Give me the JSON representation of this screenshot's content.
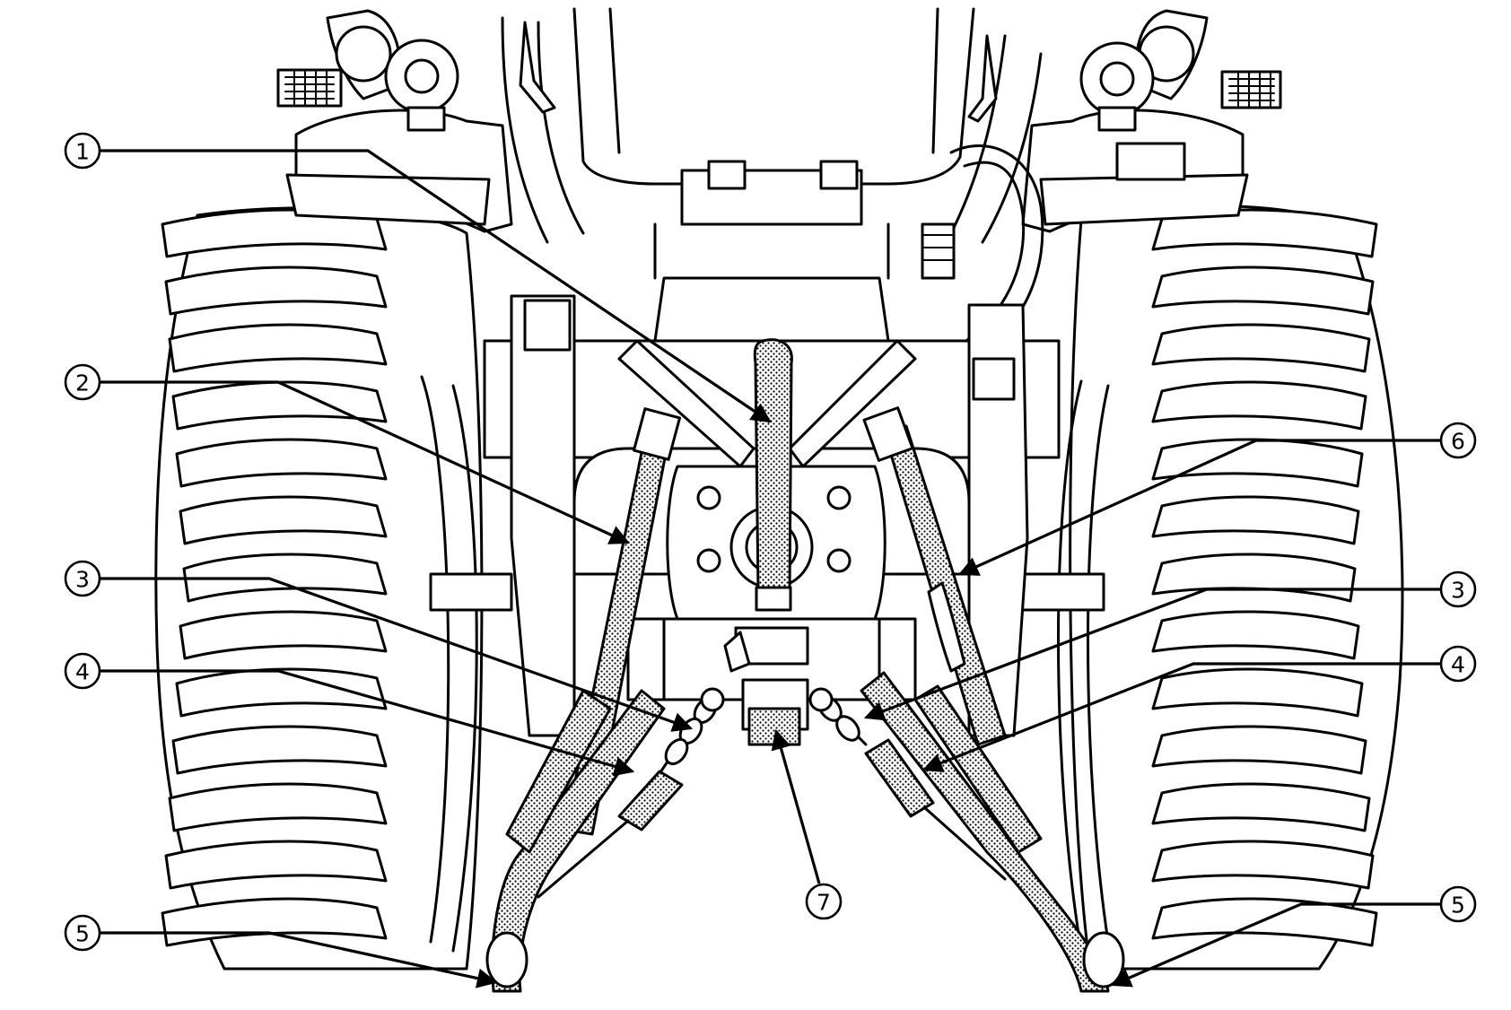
{
  "diagram": {
    "callouts": [
      {
        "id": "1",
        "label": "1",
        "side": "left"
      },
      {
        "id": "2",
        "label": "2",
        "side": "left"
      },
      {
        "id": "3L",
        "label": "3",
        "side": "left"
      },
      {
        "id": "4L",
        "label": "4",
        "side": "left"
      },
      {
        "id": "5L",
        "label": "5",
        "side": "left"
      },
      {
        "id": "6",
        "label": "6",
        "side": "right"
      },
      {
        "id": "3R",
        "label": "3",
        "side": "right"
      },
      {
        "id": "4R",
        "label": "4",
        "side": "right"
      },
      {
        "id": "5R",
        "label": "5",
        "side": "right"
      },
      {
        "id": "7",
        "label": "7",
        "side": "bottom"
      }
    ]
  }
}
